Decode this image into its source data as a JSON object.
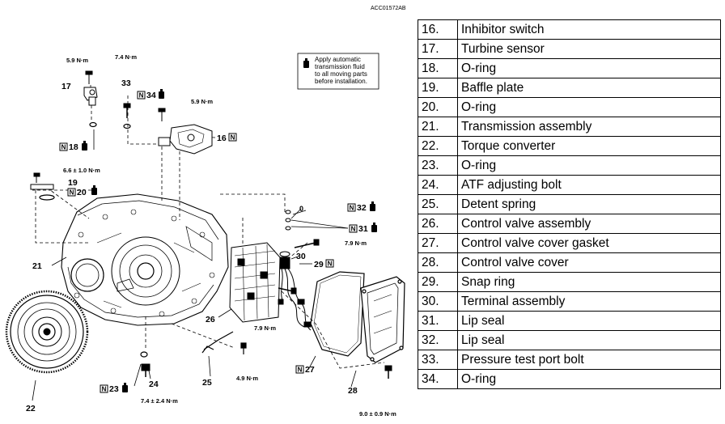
{
  "diagram": {
    "code": "ACC01572AB",
    "note": [
      "Apply automatic",
      "transmission fluid",
      "to all moving parts",
      "before installation."
    ],
    "callouts": {
      "c16": "16",
      "c17": "17",
      "c18": "18",
      "c19": "19",
      "c20": "20",
      "c21": "21",
      "c22": "22",
      "c23": "23",
      "c24": "24",
      "c25": "25",
      "c26": "26",
      "c27": "27",
      "c28": "28",
      "c29": "29",
      "c30": "30",
      "c31": "31",
      "c32": "32",
      "c33": "33",
      "c34": "34"
    },
    "torques": {
      "t17": "5.9 N·m",
      "t33": "7.4 N·m",
      "t16": "5.9 N·m",
      "t19": "6.6 ± 1.0 N·m",
      "t30": "7.9 N·m",
      "t26": "7.9 N·m",
      "t25": "4.9 N·m",
      "t24": "7.4 ± 2.4 N·m",
      "t28": "9.0 ± 0.9 N·m"
    },
    "new_part_mark": "N"
  },
  "parts": [
    {
      "num": "16.",
      "name": "Inhibitor switch"
    },
    {
      "num": "17.",
      "name": "Turbine sensor"
    },
    {
      "num": "18.",
      "name": "O-ring"
    },
    {
      "num": "19.",
      "name": "Baffle plate"
    },
    {
      "num": "20.",
      "name": "O-ring"
    },
    {
      "num": "21.",
      "name": "Transmission assembly"
    },
    {
      "num": "22.",
      "name": "Torque converter"
    },
    {
      "num": "23.",
      "name": "O-ring"
    },
    {
      "num": "24.",
      "name": "ATF adjusting bolt"
    },
    {
      "num": "25.",
      "name": "Detent spring"
    },
    {
      "num": "26.",
      "name": "Control valve assembly"
    },
    {
      "num": "27.",
      "name": "Control valve cover gasket"
    },
    {
      "num": "28.",
      "name": "Control valve cover"
    },
    {
      "num": "29.",
      "name": "Snap ring"
    },
    {
      "num": "30.",
      "name": "Terminal assembly"
    },
    {
      "num": "31.",
      "name": "Lip seal"
    },
    {
      "num": "32.",
      "name": "Lip seal"
    },
    {
      "num": "33.",
      "name": "Pressure test port bolt"
    },
    {
      "num": "34.",
      "name": "O-ring"
    }
  ]
}
